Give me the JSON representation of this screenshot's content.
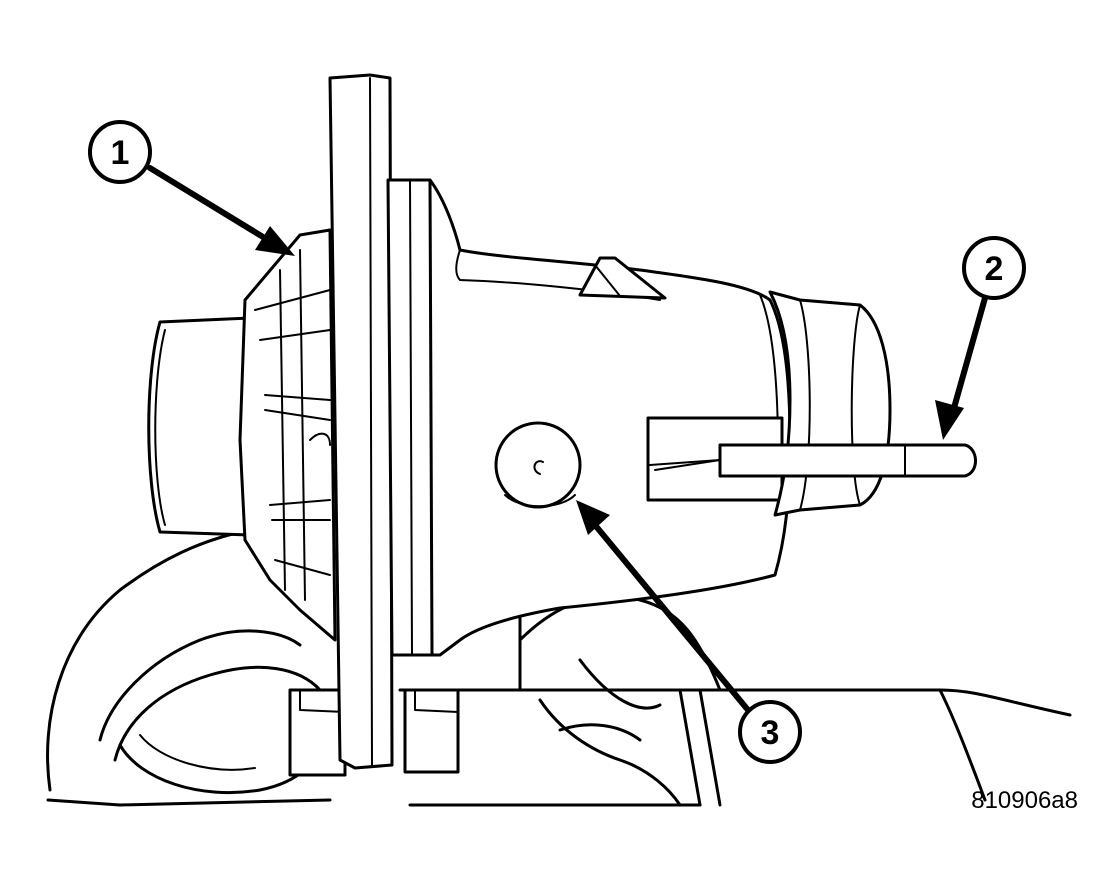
{
  "figure_id": "810906a8",
  "callouts": [
    {
      "id": "callout-1",
      "label": "1"
    },
    {
      "id": "callout-2",
      "label": "2"
    },
    {
      "id": "callout-3",
      "label": "3"
    }
  ]
}
